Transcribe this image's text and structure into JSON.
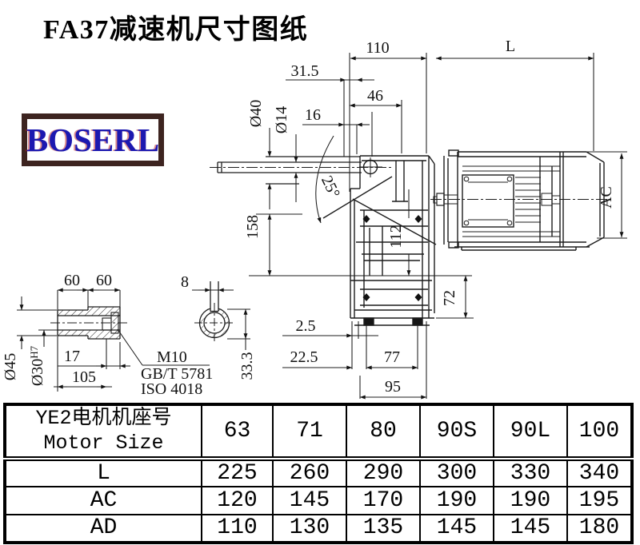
{
  "title": "FA37减速机尺寸图纸",
  "logo": {
    "text": "BOSERL"
  },
  "drawing": {
    "dims": {
      "w110": "110",
      "L": "L",
      "w31_5": "31.5",
      "w46": "46",
      "w16": "16",
      "dia40": "Ø40",
      "dia14": "Ø14",
      "ang25": "25°",
      "h158": "158",
      "h112": "112",
      "AC": "AC",
      "h72": "72",
      "w2_5": "2.5",
      "w22_5": "22.5",
      "w77": "77",
      "w95": "95"
    },
    "shaft_detail": {
      "w60a": "60",
      "w60b": "60",
      "w8": "8",
      "dia45": "Ø45",
      "dia30": "Ø30",
      "dia30sup": "H7",
      "w17": "17",
      "w105": "105",
      "h33_3": "33.3",
      "note_m10": "M10",
      "note_gbt": "GB/T 5781",
      "note_iso": "ISO 4018"
    }
  },
  "table": {
    "header": {
      "line1": "YE2电机机座号",
      "line2": "Motor Size",
      "cols": [
        "63",
        "71",
        "80",
        "90S",
        "90L",
        "100"
      ]
    },
    "rows": [
      {
        "label": "L",
        "values": [
          "225",
          "260",
          "290",
          "300",
          "330",
          "340"
        ]
      },
      {
        "label": "AC",
        "values": [
          "120",
          "145",
          "170",
          "190",
          "190",
          "195"
        ]
      },
      {
        "label": "AD",
        "values": [
          "110",
          "130",
          "135",
          "145",
          "145",
          "180"
        ]
      }
    ]
  }
}
